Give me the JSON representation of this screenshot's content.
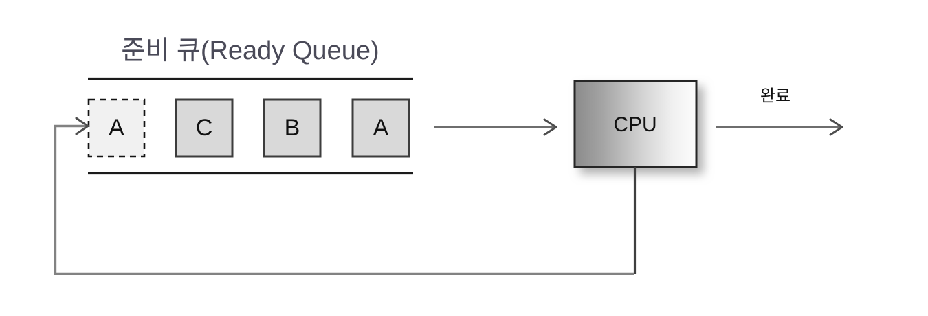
{
  "diagram": {
    "title": "준비 큐(Ready Queue)",
    "background_color": "#ffffff"
  },
  "ready_queue": {
    "label": "준비 큐(Ready Queue)",
    "label_color": "#4a4a58",
    "rail_color": "#1b1b1b",
    "slots": [
      {
        "letter": "A",
        "state": "dispatching",
        "style": "dashed",
        "fill": "#f1f1f1",
        "border": "#141414"
      },
      {
        "letter": "C",
        "state": "waiting",
        "style": "solid",
        "fill": "#d9d9d9",
        "border": "#3d3d3d"
      },
      {
        "letter": "B",
        "state": "waiting",
        "style": "solid",
        "fill": "#d9d9d9",
        "border": "#3d3d3d"
      },
      {
        "letter": "A",
        "state": "waiting",
        "style": "solid",
        "fill": "#d9d9d9",
        "border": "#3d3d3d"
      }
    ]
  },
  "cpu": {
    "label": "CPU",
    "gradient_from": "#8b8b8b",
    "gradient_to": "#fbfbfb",
    "border_color": "#262626",
    "shadow_color": "#b4b4b4"
  },
  "arrows": {
    "dispatch": {
      "label": "",
      "color": "#6e6e6e"
    },
    "complete": {
      "label": "완료",
      "color": "#6e6e6e"
    },
    "feedback": {
      "label": "",
      "color": "#828282"
    }
  }
}
